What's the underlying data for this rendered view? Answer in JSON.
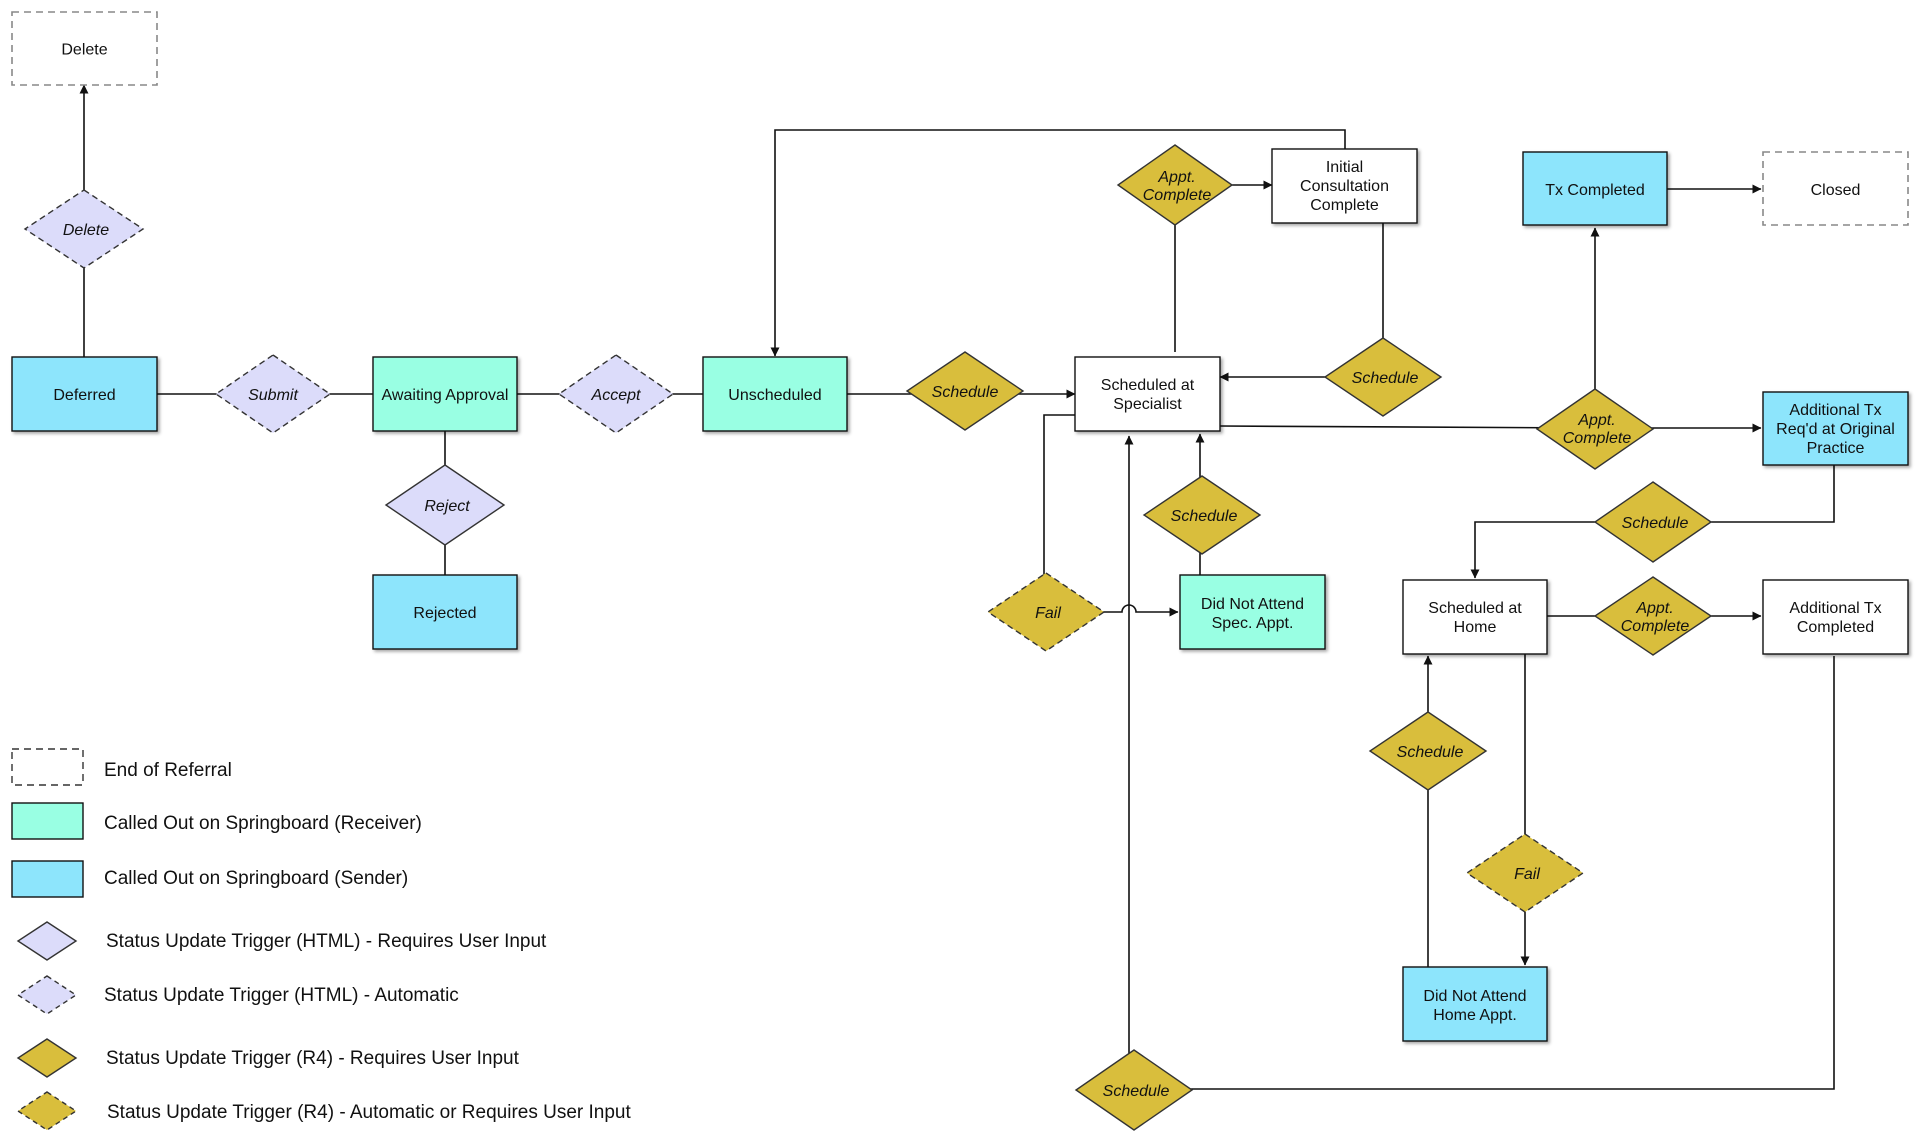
{
  "colors": {
    "receiver_fill": "#99FFE3",
    "sender_fill": "#8DE5FC",
    "html_trigger_fill": "#DCDCFA",
    "r4_trigger_fill": "#D9BE3C",
    "end_fill": "#FFFFFF",
    "line": "#111111"
  },
  "states": {
    "delete": [
      "Delete"
    ],
    "deferred": [
      "Deferred"
    ],
    "awaiting_approval": [
      "Awaiting Approval"
    ],
    "rejected": [
      "Rejected"
    ],
    "unscheduled": [
      "Unscheduled"
    ],
    "scheduled_specialist": [
      "Scheduled at",
      "Specialist"
    ],
    "initial_consultation": [
      "Initial",
      "Consultation",
      "Complete"
    ],
    "did_not_attend_spec": [
      "Did Not Attend",
      "Spec. Appt."
    ],
    "tx_completed": [
      "Tx Completed"
    ],
    "closed": [
      "Closed"
    ],
    "additional_tx_req": [
      "Additional Tx",
      "Req'd at Original",
      "Practice"
    ],
    "scheduled_home": [
      "Scheduled at",
      "Home"
    ],
    "additional_tx_completed": [
      "Additional Tx",
      "Completed"
    ],
    "did_not_attend_home": [
      "Did Not Attend",
      "Home Appt."
    ]
  },
  "triggers": {
    "delete": [
      "Delete"
    ],
    "submit": [
      "Submit"
    ],
    "accept": [
      "Accept"
    ],
    "reject": [
      "Reject"
    ],
    "schedule_main": [
      "Schedule"
    ],
    "appt_complete_top": [
      "Appt.",
      "Complete"
    ],
    "schedule_right": [
      "Schedule"
    ],
    "schedule_dna": [
      "Schedule"
    ],
    "fail_spec": [
      "Fail"
    ],
    "appt_complete_mid": [
      "Appt.",
      "Complete"
    ],
    "schedule_home": [
      "Schedule"
    ],
    "appt_complete_home": [
      "Appt.",
      "Complete"
    ],
    "schedule_dna_home": [
      "Schedule"
    ],
    "fail_home": [
      "Fail"
    ],
    "schedule_bottom": [
      "Schedule"
    ]
  },
  "legend": [
    {
      "text": "End of Referral"
    },
    {
      "text": "Called Out on Springboard (Receiver)"
    },
    {
      "text": "Called Out on Springboard (Sender)"
    },
    {
      "text": "Status Update Trigger (HTML) - Requires User Input"
    },
    {
      "text": "Status Update Trigger (HTML) - Automatic"
    },
    {
      "text": "Status Update Trigger (R4) - Requires User Input"
    },
    {
      "text": "Status Update Trigger (R4) - Automatic or Requires User Input"
    }
  ]
}
